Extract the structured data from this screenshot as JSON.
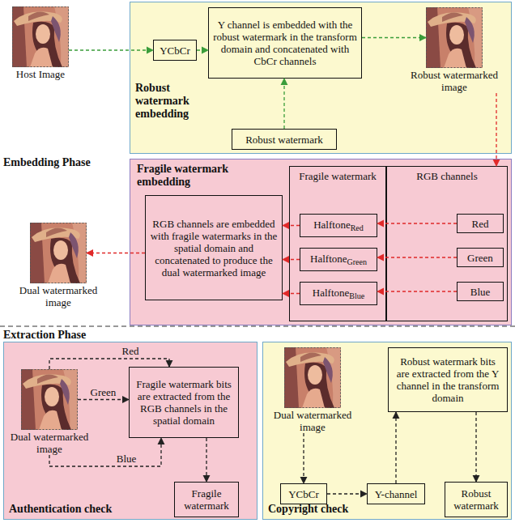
{
  "diagram": {
    "nodes": [
      {
        "text": [
          "Host Image"
        ]
      },
      {
        "text": [
          "Robust watermark embedding"
        ]
      },
      {
        "text": [
          "YCbCr"
        ],
        "in": 1
      },
      {
        "text": [
          "Y channel is embedded with the robust watermark in the transform domain and concatenated with CbCr channels"
        ],
        "in": 1
      },
      {
        "text": [
          "Robust watermarked image"
        ],
        "in": 1
      },
      {
        "text": [
          "Robust watermark"
        ],
        "in": 1
      },
      {
        "text": [
          "Fragile watermark embedding"
        ]
      },
      {
        "text": [
          "RGB channels are embedded with fragile watermarks in the spatial domain and concatenated to produce the dual watermarked image"
        ],
        "in": 6
      },
      {
        "text": [
          "Fragile watermark"
        ],
        "in": 6
      },
      {
        "text": [
          "Halftone",
          "Red"
        ],
        "in": 8
      },
      {
        "text": [
          "Halftone",
          "Green"
        ],
        "in": 8
      },
      {
        "text": [
          "Halftone",
          "Blue"
        ],
        "in": 8
      },
      {
        "text": [
          "RGB channels"
        ],
        "in": 6
      },
      {
        "text": [
          "Red"
        ],
        "in": 12
      },
      {
        "text": [
          "Green"
        ],
        "in": 12
      },
      {
        "text": [
          "Blue"
        ],
        "in": 12
      },
      {
        "text": [
          "Dual watermarked image"
        ]
      },
      {
        "text": [
          "Authentication check"
        ]
      },
      {
        "text": [
          "Dual watermarked image"
        ],
        "in": 17
      },
      {
        "text": [
          "Fragile watermark bits are extracted from the RGB channels in the spatial domain"
        ],
        "in": 17
      },
      {
        "text": [
          "Fragile watermark"
        ],
        "in": 17
      },
      {
        "text": [
          "Copyright check"
        ]
      },
      {
        "text": [
          "Dual watermarked image"
        ],
        "in": 21
      },
      {
        "text": [
          "Robust watermark bits are extracted from the Y channel in the transform domain"
        ],
        "in": 21
      },
      {
        "text": [
          "YCbCr"
        ],
        "in": 21
      },
      {
        "text": [
          "Y-channel"
        ],
        "in": 21
      },
      {
        "text": [
          "Robust watermark"
        ],
        "in": 21
      }
    ],
    "edges": [
      {
        "from": 0,
        "to": 2,
        "arrow": "to"
      },
      {
        "from": 2,
        "to": 3,
        "arrow": "to"
      },
      {
        "from": 3,
        "to": 4,
        "arrow": "to"
      },
      {
        "from": 5,
        "to": 3,
        "arrow": "to"
      },
      {
        "from": 4,
        "to": 12,
        "arrow": "to"
      },
      {
        "from": 13,
        "to": 9,
        "arrow": "to"
      },
      {
        "from": 14,
        "to": 10,
        "arrow": "to"
      },
      {
        "from": 15,
        "to": 11,
        "arrow": "to"
      },
      {
        "from": 9,
        "to": 7,
        "arrow": "to"
      },
      {
        "from": 10,
        "to": 7,
        "arrow": "to"
      },
      {
        "from": 11,
        "to": 7,
        "arrow": "to"
      },
      {
        "from": 7,
        "to": 16,
        "arrow": "to"
      },
      {
        "from": 18,
        "to": 19,
        "label": "Red",
        "arrow": "to"
      },
      {
        "from": 18,
        "to": 19,
        "label": "Green",
        "arrow": "to"
      },
      {
        "from": 18,
        "to": 19,
        "label": "Blue",
        "arrow": "to"
      },
      {
        "from": 19,
        "to": 20,
        "arrow": "to"
      },
      {
        "from": 22,
        "to": 24,
        "arrow": "to"
      },
      {
        "from": 24,
        "to": 25,
        "arrow": "to"
      },
      {
        "from": 25,
        "to": 23,
        "arrow": "to"
      },
      {
        "from": 23,
        "to": 26,
        "arrow": "to"
      }
    ],
    "labels": [
      "Embedding Phase",
      "Extraction Phase"
    ]
  }
}
